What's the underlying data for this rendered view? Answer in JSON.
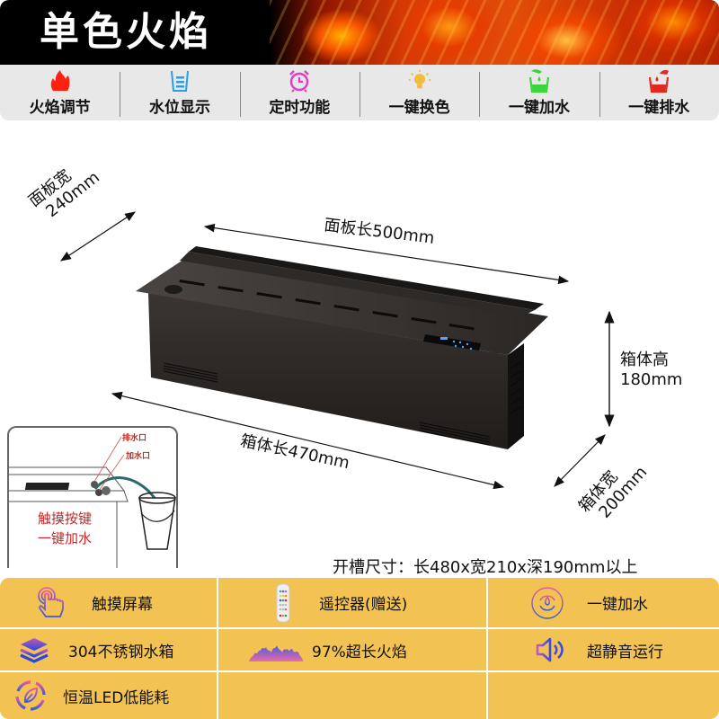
{
  "banner": {
    "title": "单色火焰"
  },
  "feature_bar": {
    "items": [
      {
        "label": "火焰调节",
        "icon": "flame-icon",
        "color": "#ff2010"
      },
      {
        "label": "水位显示",
        "icon": "water-level-cup-icon",
        "color": "#2a9ee8"
      },
      {
        "label": "定时功能",
        "icon": "alarm-clock-icon",
        "color": "#e43ac8"
      },
      {
        "label": "一键换色",
        "icon": "light-bulb-icon",
        "color": "#f3bb3c"
      },
      {
        "label": "一键加水",
        "icon": "add-water-cup-icon",
        "color": "#3bd43b"
      },
      {
        "label": "一键排水",
        "icon": "drain-water-cup-icon",
        "color": "#e02a20"
      }
    ]
  },
  "dimensions": {
    "panel_width_label": "面板宽",
    "panel_width_value": "240mm",
    "panel_length": "面板长500mm",
    "box_height_label": "箱体高",
    "box_height_value": "180mm",
    "box_length": "箱体长470mm",
    "box_width_label": "箱体宽",
    "box_width_value": "200mm"
  },
  "inset": {
    "drain_port": "排水口",
    "fill_port": "加水口",
    "caption_line1": "触摸按键",
    "caption_line2": "一键加水"
  },
  "slot_size": "开槽尺寸：长480x宽210x深190mm以上",
  "features": {
    "background": "#f2c353",
    "cells": [
      {
        "label": "触摸屏幕",
        "icon": "touch-hand-icon"
      },
      {
        "label": "遥控器(赠送)",
        "icon": "remote-control-icon"
      },
      {
        "label": "一键加水",
        "icon": "water-drop-cycle-icon"
      },
      {
        "label": "304不锈钢水箱",
        "icon": "layers-stack-icon"
      },
      {
        "label": "97%超长火焰",
        "icon": "flame-wave-icon"
      },
      {
        "label": "超静音运行",
        "icon": "speaker-icon"
      },
      {
        "label": "恒温LED低能耗",
        "icon": "eco-leaf-cycle-icon"
      },
      {
        "label": "",
        "icon": ""
      },
      {
        "label": "",
        "icon": ""
      }
    ]
  }
}
